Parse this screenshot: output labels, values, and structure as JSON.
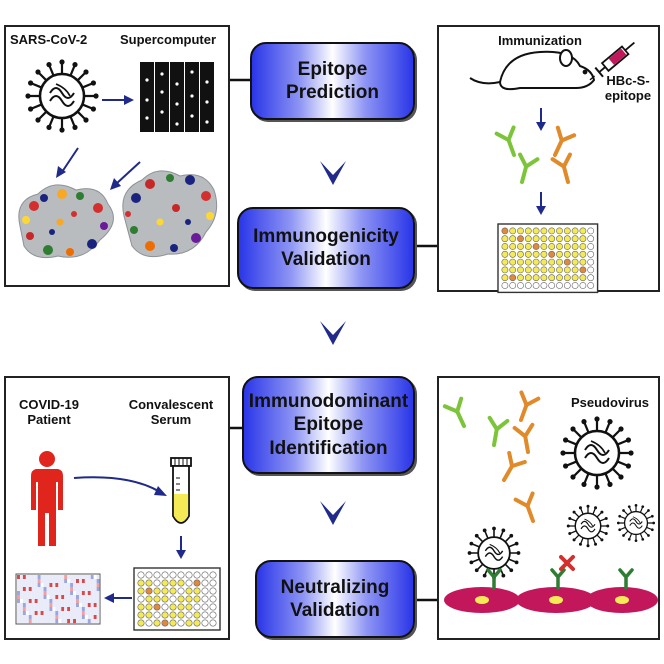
{
  "steps": {
    "epitope_prediction": [
      "Epitope",
      "Prediction"
    ],
    "immunogenicity_validation": [
      "Immunogenicity",
      "Validation"
    ],
    "immunodominant_identification": [
      "Immunodominant",
      "Epitope",
      "Identification"
    ],
    "neutralizing_validation": [
      "Neutralizing",
      "Validation"
    ]
  },
  "panel_prediction": {
    "virus_label": "SARS-CoV-2",
    "computer_label": "Supercomputer"
  },
  "panel_immunization": {
    "title": "Immunization",
    "antigen_label": [
      "HBc-S-",
      "epitope"
    ]
  },
  "panel_patient": {
    "patient_label": [
      "COVID-19",
      "Patient"
    ],
    "serum_label": [
      "Convalescent",
      "Serum"
    ]
  },
  "panel_neutralization": {
    "pseudovirus_label": "Pseudovirus"
  },
  "colors": {
    "step_blue": "#2a36e8",
    "arrow_navy": "#1f2a8a",
    "antibody_green": "#7cc43a",
    "antibody_orange": "#e08a2a",
    "patient_red": "#e0251c",
    "cell_magenta": "#c2185b",
    "well_yellow": "#f3ea55"
  }
}
